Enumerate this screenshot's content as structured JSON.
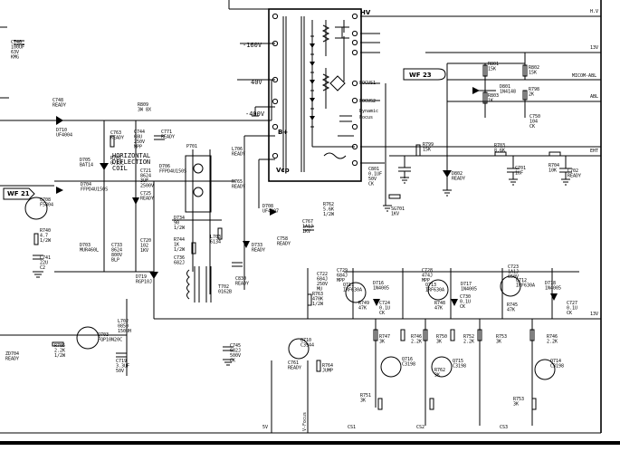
{
  "fbt": {
    "pins": [
      "HV",
      "40V",
      "-160V",
      "B+",
      "Vcp",
      "FOCUS1",
      "FOCUS2",
      "Dynamic",
      "Focus"
    ],
    "neg400": "-400V",
    "rails": [
      "H.V",
      "13V",
      "MICOM-ABL",
      "ABL",
      "EHT",
      "13V"
    ]
  },
  "components": [
    {
      "id": "C740",
      "lines": [
        "C740",
        "100UF",
        "63V",
        "KMG"
      ]
    },
    {
      "id": "C748",
      "lines": [
        "C748",
        "READY"
      ]
    },
    {
      "id": "D710",
      "lines": [
        "D710",
        "UF4004"
      ]
    },
    {
      "id": "R809",
      "lines": [
        "R809",
        "3W 8X"
      ]
    },
    {
      "id": "C763",
      "lines": [
        "C763",
        "READY"
      ]
    },
    {
      "id": "C744",
      "lines": [
        "C744",
        "68U",
        "250V",
        "MPP"
      ]
    },
    {
      "id": "C771",
      "lines": [
        "C771",
        "READY"
      ]
    },
    {
      "id": "P701",
      "lines": [
        "P701"
      ]
    },
    {
      "id": "HD",
      "lines": [
        "HORIZONTAL",
        "DEFLECTION",
        "COIL"
      ]
    },
    {
      "id": "D705",
      "lines": [
        "D705",
        "BAT14"
      ]
    },
    {
      "id": "R701",
      "lines": [
        "R701",
        "0.33L"
      ]
    },
    {
      "id": "C721",
      "lines": [
        "C721",
        "8624",
        "3UF",
        "2500V"
      ]
    },
    {
      "id": "D706",
      "lines": [
        "D706",
        "FFPD4U150S"
      ]
    },
    {
      "id": "L706",
      "lines": [
        "L706",
        "READY"
      ]
    },
    {
      "id": "R765",
      "lines": [
        "R765",
        "READY"
      ]
    },
    {
      "id": "D708",
      "lines": [
        "D708",
        "UF4007"
      ]
    },
    {
      "id": "Q708",
      "lines": [
        "Q708",
        "F5804"
      ]
    },
    {
      "id": "D704",
      "lines": [
        "D704",
        "FFPD4U150S"
      ]
    },
    {
      "id": "R740",
      "lines": [
        "R740",
        "4.7",
        "1/2W"
      ]
    },
    {
      "id": "D703",
      "lines": [
        "D703",
        "MUR460L"
      ]
    },
    {
      "id": "C733",
      "lines": [
        "C733",
        "8624",
        "800V",
        "BLP"
      ]
    },
    {
      "id": "C741",
      "lines": [
        "C741",
        "22U",
        "C2"
      ]
    },
    {
      "id": "C725",
      "lines": [
        "C725",
        "READY"
      ]
    },
    {
      "id": "D734",
      "lines": [
        "D734",
        "90",
        "1/2W"
      ]
    },
    {
      "id": "R744",
      "lines": [
        "R744",
        "1K",
        "1/2W"
      ]
    },
    {
      "id": "L703",
      "lines": [
        "L703",
        "6134"
      ]
    },
    {
      "id": "C720",
      "lines": [
        "C720",
        "102",
        "1KV"
      ]
    },
    {
      "id": "C736",
      "lines": [
        "C736",
        "682J"
      ]
    },
    {
      "id": "T702",
      "lines": [
        "T702",
        "0162B"
      ]
    },
    {
      "id": "C830",
      "lines": [
        "C830",
        "READY"
      ]
    },
    {
      "id": "C758",
      "lines": [
        "C758",
        "READY"
      ]
    },
    {
      "id": "D733",
      "lines": [
        "D733",
        "READY"
      ]
    },
    {
      "id": "C767",
      "lines": [
        "C767",
        "1A1J",
        "1KV"
      ]
    },
    {
      "id": "R762",
      "lines": [
        "R762",
        "5.6K",
        "1/2W"
      ]
    },
    {
      "id": "R763",
      "lines": [
        "R763",
        "470K",
        "1/2W"
      ]
    },
    {
      "id": "D719",
      "lines": [
        "D719",
        "RGP10J"
      ]
    },
    {
      "id": "L702",
      "lines": [
        "L702",
        "0850",
        "150UH"
      ]
    },
    {
      "id": "C722",
      "lines": [
        "C722",
        "684J",
        "250V",
        "MU"
      ]
    },
    {
      "id": "C729",
      "lines": [
        "C729",
        "684J",
        "MPP"
      ]
    },
    {
      "id": "Q711",
      "lines": [
        "Q711",
        "IRF630A"
      ]
    },
    {
      "id": "C728",
      "lines": [
        "C728",
        "474J",
        "MPP"
      ]
    },
    {
      "id": "Q713",
      "lines": [
        "Q713",
        "IRF630A"
      ]
    },
    {
      "id": "C723",
      "lines": [
        "C723",
        "1A1J",
        "650V"
      ]
    },
    {
      "id": "Q712",
      "lines": [
        "Q712",
        "IRF630A"
      ]
    },
    {
      "id": "D716",
      "lines": [
        "D716",
        "1N4005"
      ]
    },
    {
      "id": "D717",
      "lines": [
        "D717",
        "1N4005"
      ]
    },
    {
      "id": "D718",
      "lines": [
        "D718",
        "1N4005"
      ]
    },
    {
      "id": "R749",
      "lines": [
        "R749",
        "47K"
      ]
    },
    {
      "id": "C724",
      "lines": [
        "C724",
        "0.1U",
        "CK"
      ]
    },
    {
      "id": "R748",
      "lines": [
        "R748",
        "47K"
      ]
    },
    {
      "id": "C730",
      "lines": [
        "C730",
        "0.1U",
        "CK"
      ]
    },
    {
      "id": "R745",
      "lines": [
        "R745",
        "47K"
      ]
    },
    {
      "id": "C727",
      "lines": [
        "C727",
        "0.1U",
        "CK"
      ]
    },
    {
      "id": "R747",
      "lines": [
        "R747",
        "3K"
      ]
    },
    {
      "id": "R746a",
      "lines": [
        "R746",
        "2.2K"
      ]
    },
    {
      "id": "R750",
      "lines": [
        "R750",
        "3K"
      ]
    },
    {
      "id": "R752",
      "lines": [
        "R752",
        "2.2K"
      ]
    },
    {
      "id": "R753",
      "lines": [
        "R753",
        "3K"
      ]
    },
    {
      "id": "R746b",
      "lines": [
        "R746",
        "2.2K"
      ]
    },
    {
      "id": "Q716",
      "lines": [
        "Q716",
        "C3198"
      ]
    },
    {
      "id": "Q715",
      "lines": [
        "Q715",
        "C3198"
      ]
    },
    {
      "id": "Q714",
      "lines": [
        "Q714",
        "C3198"
      ]
    },
    {
      "id": "Q710",
      "lines": [
        "Q710",
        "C3944"
      ]
    },
    {
      "id": "C745",
      "lines": [
        "C745",
        "682J",
        "500V",
        "CK"
      ]
    },
    {
      "id": "C761",
      "lines": [
        "C761",
        "READY"
      ]
    },
    {
      "id": "R764",
      "lines": [
        "R764",
        "JUMP"
      ]
    },
    {
      "id": "R751",
      "lines": [
        "R751",
        "3K"
      ]
    },
    {
      "id": "R762b",
      "lines": [
        "R762",
        "3K"
      ]
    },
    {
      "id": "R753b",
      "lines": [
        "R753",
        "3K"
      ]
    },
    {
      "id": "ZD704",
      "lines": [
        "ZD704",
        "READY"
      ]
    },
    {
      "id": "R705",
      "lines": [
        "R705",
        "2.2K",
        "1/2W"
      ]
    },
    {
      "id": "Q703",
      "lines": [
        "Q703",
        "FQP10N20C"
      ]
    },
    {
      "id": "C719",
      "lines": [
        "C719",
        "3.3UF",
        "50V"
      ]
    },
    {
      "id": "R801",
      "lines": [
        "R801",
        "15K"
      ]
    },
    {
      "id": "R802",
      "lines": [
        "R802",
        "15K"
      ]
    },
    {
      "id": "D801",
      "lines": [
        "D801",
        "1N4148"
      ]
    },
    {
      "id": "R798",
      "lines": [
        "R798",
        "2K"
      ]
    },
    {
      "id": "R803",
      "lines": [
        "R803",
        "1K"
      ]
    },
    {
      "id": "C750",
      "lines": [
        "C750",
        "104",
        "CK"
      ]
    },
    {
      "id": "C801",
      "lines": [
        "C801",
        "0.1UF",
        "50V",
        "CK"
      ]
    },
    {
      "id": "R799",
      "lines": [
        "R799",
        "15K"
      ]
    },
    {
      "id": "D802",
      "lines": [
        "D802",
        "READY"
      ]
    },
    {
      "id": "R703",
      "lines": [
        "R703",
        "8.6K"
      ]
    },
    {
      "id": "C701",
      "lines": [
        "C701",
        "1UF"
      ]
    },
    {
      "id": "R704",
      "lines": [
        "R704",
        "10K"
      ]
    },
    {
      "id": "C702",
      "lines": [
        "C702",
        "READY"
      ]
    },
    {
      "id": "SG701",
      "lines": [
        "SG701",
        "1KV"
      ]
    }
  ],
  "refs": {
    "wf1": "WF 21",
    "wf2": "WF 23"
  },
  "bottom_nets": [
    "5V",
    "V-Focus",
    "CS1",
    "CS2",
    "CS3"
  ]
}
